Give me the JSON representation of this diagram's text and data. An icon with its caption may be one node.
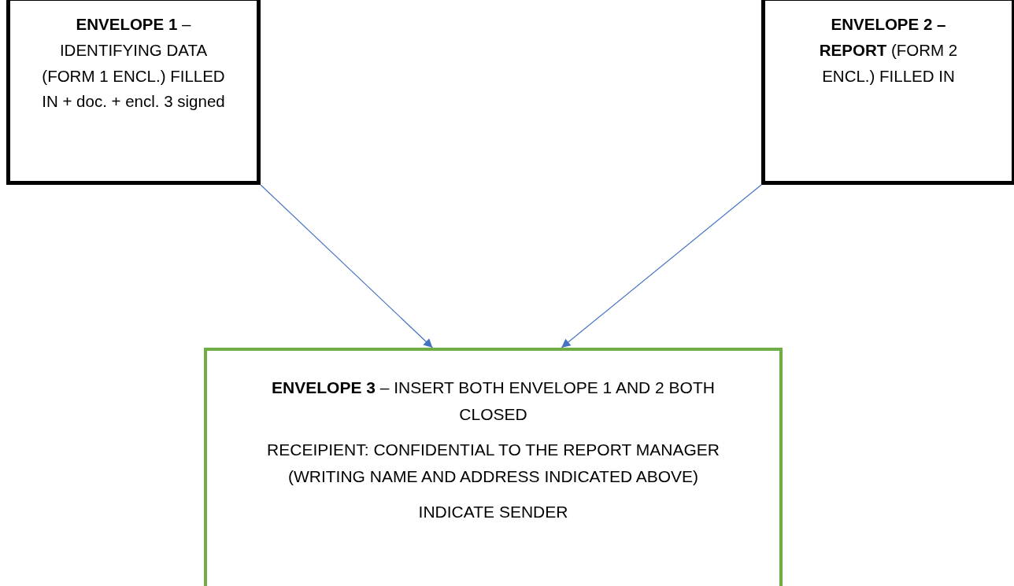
{
  "diagram": {
    "nodes": [
      {
        "text": [
          "**ENVELOPE 1** – IDENTIFYING DATA (FORM 1 ENCL.) FILLED IN + doc. + encl. 3 signed"
        ]
      },
      {
        "text": [
          "**ENVELOPE 2 – REPORT** (FORM 2 ENCL.) FILLED IN"
        ]
      },
      {
        "text": [
          "**ENVELOPE 3** – INSERT BOTH ENVELOPE 1 AND 2 BOTH CLOSED",
          "RECEIPIENT: CONFIDENTIAL TO THE REPORT MANAGER (WRITING NAME AND ADDRESS INDICATED ABOVE)",
          "INDICATE SENDER"
        ]
      }
    ],
    "edges": [
      {
        "from": 0,
        "to": 2,
        "arrow": "to",
        "color": "#4472c4"
      },
      {
        "from": 1,
        "to": 2,
        "arrow": "to",
        "color": "#4472c4"
      }
    ]
  }
}
